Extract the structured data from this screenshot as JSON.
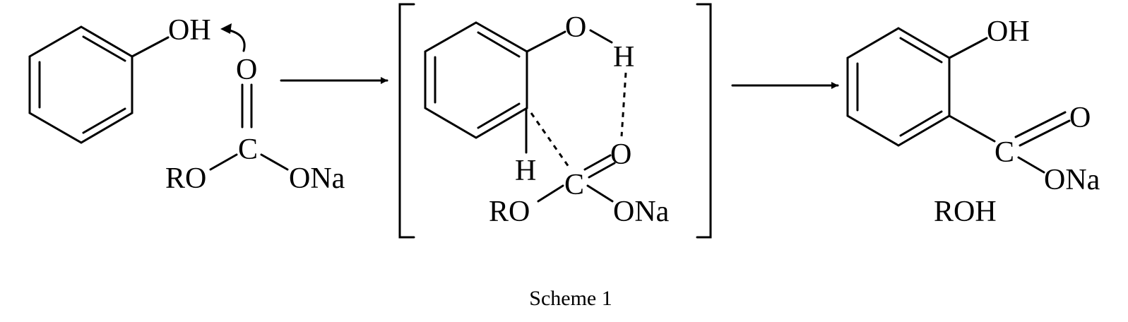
{
  "scheme": {
    "caption": "Scheme 1",
    "reactant": {
      "phenol_oh": "OH",
      "carbonate_o": "O",
      "carbonate_c": "C",
      "carbonate_or": "RO",
      "carbonate_ona": "ONa"
    },
    "intermediate": {
      "o": "O",
      "h_top": "H",
      "o_carbonyl": "O",
      "h_ring": "H",
      "c": "C",
      "or": "RO",
      "ona": "ONa"
    },
    "product": {
      "oh": "OH",
      "o": "O",
      "c": "C",
      "ona": "ONa",
      "byproduct": "ROH"
    }
  }
}
